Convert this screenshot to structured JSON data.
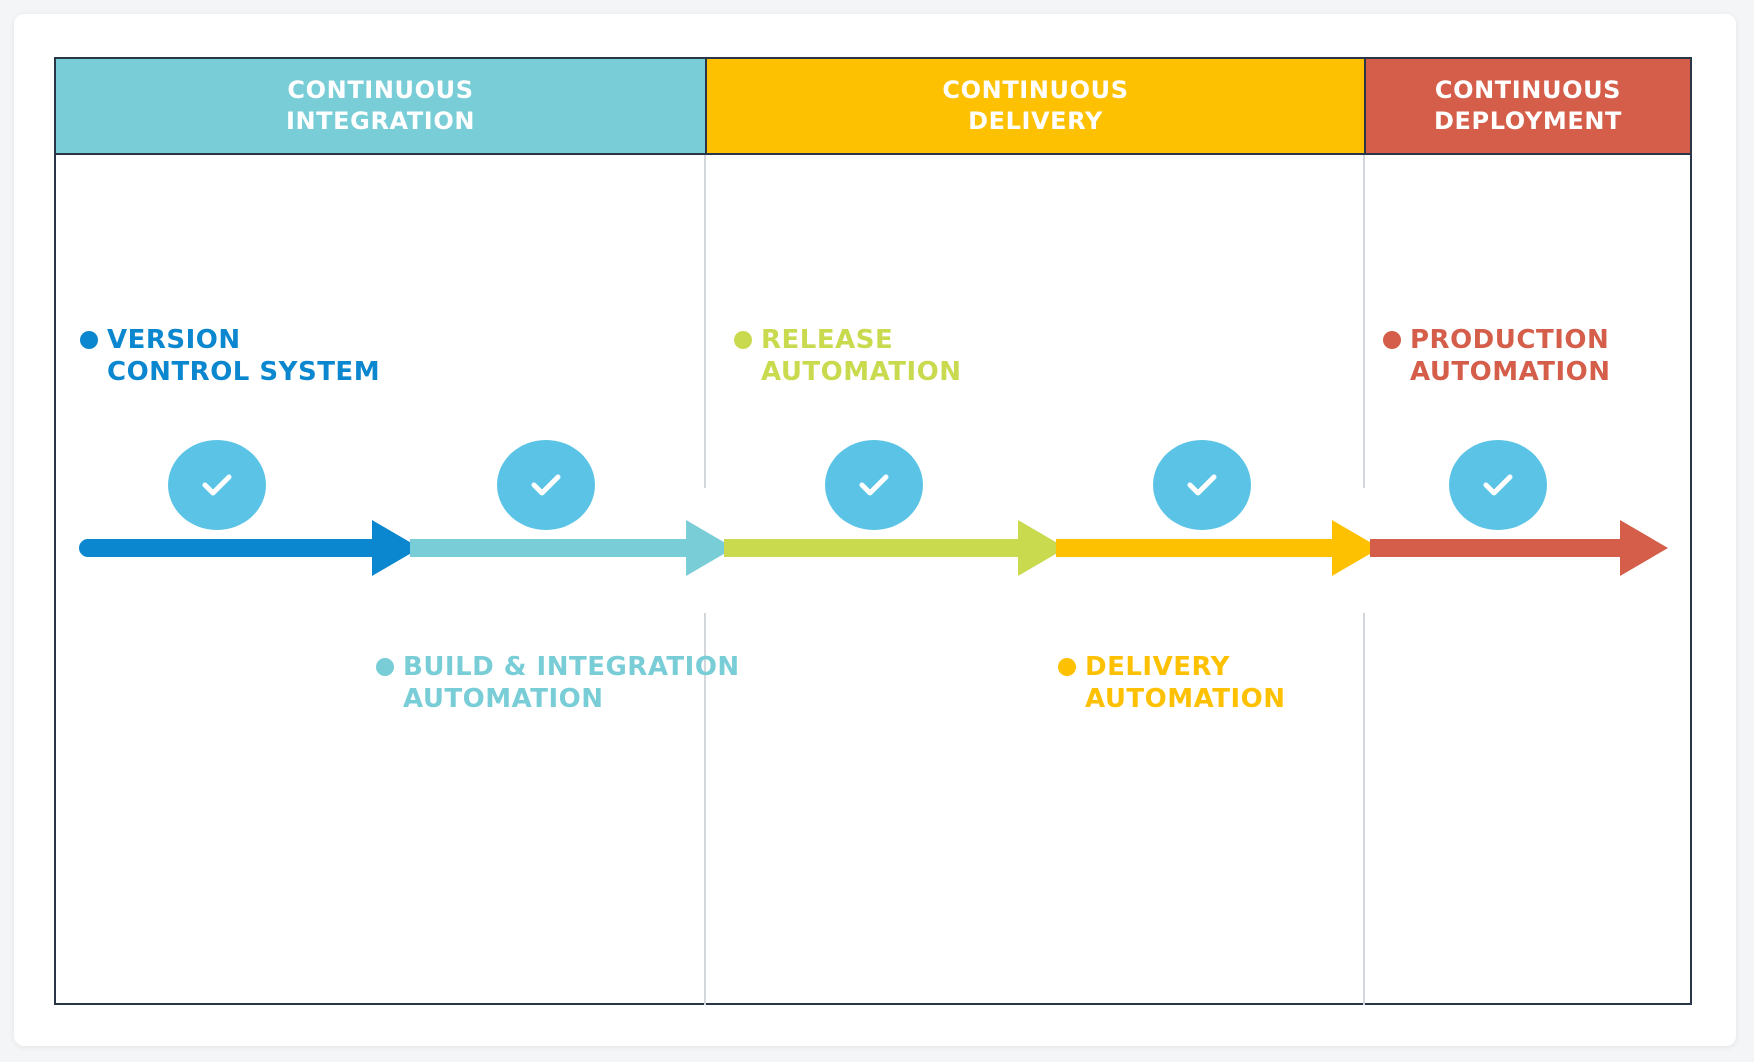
{
  "phases": [
    {
      "title_line1": "CONTINUOUS",
      "title_line2": "INTEGRATION",
      "color": "#78cdd7"
    },
    {
      "title_line1": "CONTINUOUS",
      "title_line2": "DELIVERY",
      "color": "#fdc101"
    },
    {
      "title_line1": "CONTINUOUS",
      "title_line2": "DEPLOYMENT",
      "color": "#d45e49"
    }
  ],
  "stages": [
    {
      "line1": "VERSION",
      "line2": "CONTROL SYSTEM",
      "color": "#0a87cf"
    },
    {
      "line1": "BUILD & INTEGRATION",
      "line2": "AUTOMATION",
      "color": "#78cdd7"
    },
    {
      "line1": "RELEASE",
      "line2": "AUTOMATION",
      "color": "#c9da4f"
    },
    {
      "line1": "DELIVERY",
      "line2": "AUTOMATION",
      "color": "#fdc101"
    },
    {
      "line1": "PRODUCTION",
      "line2": "AUTOMATION",
      "color": "#d45e49"
    }
  ],
  "checkmark": {
    "icon": "check-icon",
    "badge_color": "#5bc4e6",
    "mark_color": "#ffffff"
  },
  "frame_color": "#2a3547"
}
